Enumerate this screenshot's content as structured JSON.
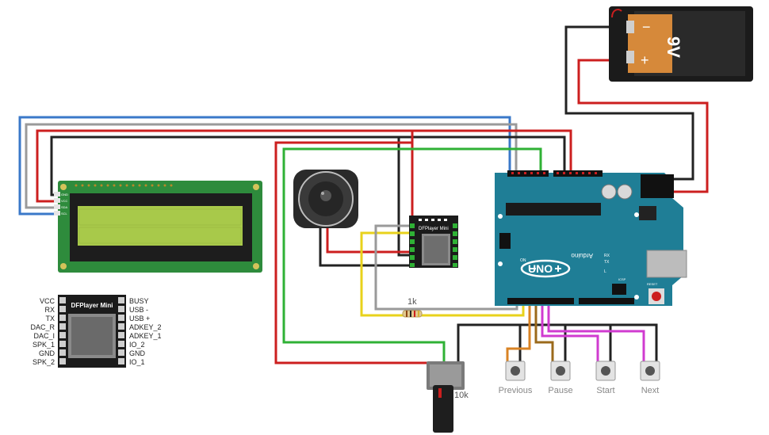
{
  "battery": {
    "voltage": "9V",
    "minus": "−",
    "plus": "+"
  },
  "resistor_1k": {
    "label": "1k"
  },
  "potentiometer": {
    "label": "10k"
  },
  "dfplayer_module": {
    "label": "DFPlayer Mini"
  },
  "dfplayer_diagram": {
    "title": "DFPlayer Mini",
    "left_pins": [
      "VCC",
      "RX",
      "TX",
      "DAC_R",
      "DAC_I",
      "SPK_1",
      "GND",
      "SPK_2"
    ],
    "right_pins": [
      "BUSY",
      "USB -",
      "USB +",
      "ADKEY_2",
      "ADKEY_1",
      "IO_2",
      "GND",
      "IO_1"
    ]
  },
  "buttons": [
    "Previous",
    "Pause",
    "Start",
    "Next"
  ],
  "arduino": {
    "brand": "Arduino",
    "model": "UNO",
    "on_label": "ON",
    "tx": "TX",
    "rx": "RX",
    "l": "L",
    "icsp": "ICSP",
    "reset": "RESET"
  },
  "lcd": {
    "pins": [
      "GND",
      "VCC",
      "SDA",
      "SCL"
    ]
  },
  "colors": {
    "wire_red": "#cc1f1f",
    "wire_black": "#222222",
    "wire_blue": "#3a78c9",
    "wire_green": "#2fb135",
    "wire_yellow": "#e8d21b",
    "wire_orange": "#d98324",
    "wire_brown": "#9b6a1b",
    "wire_magenta": "#d03bd0",
    "board_teal": "#1f7e96",
    "lcd_pcb": "#2e8b3c",
    "lcd_screen": "#a8c94a"
  }
}
